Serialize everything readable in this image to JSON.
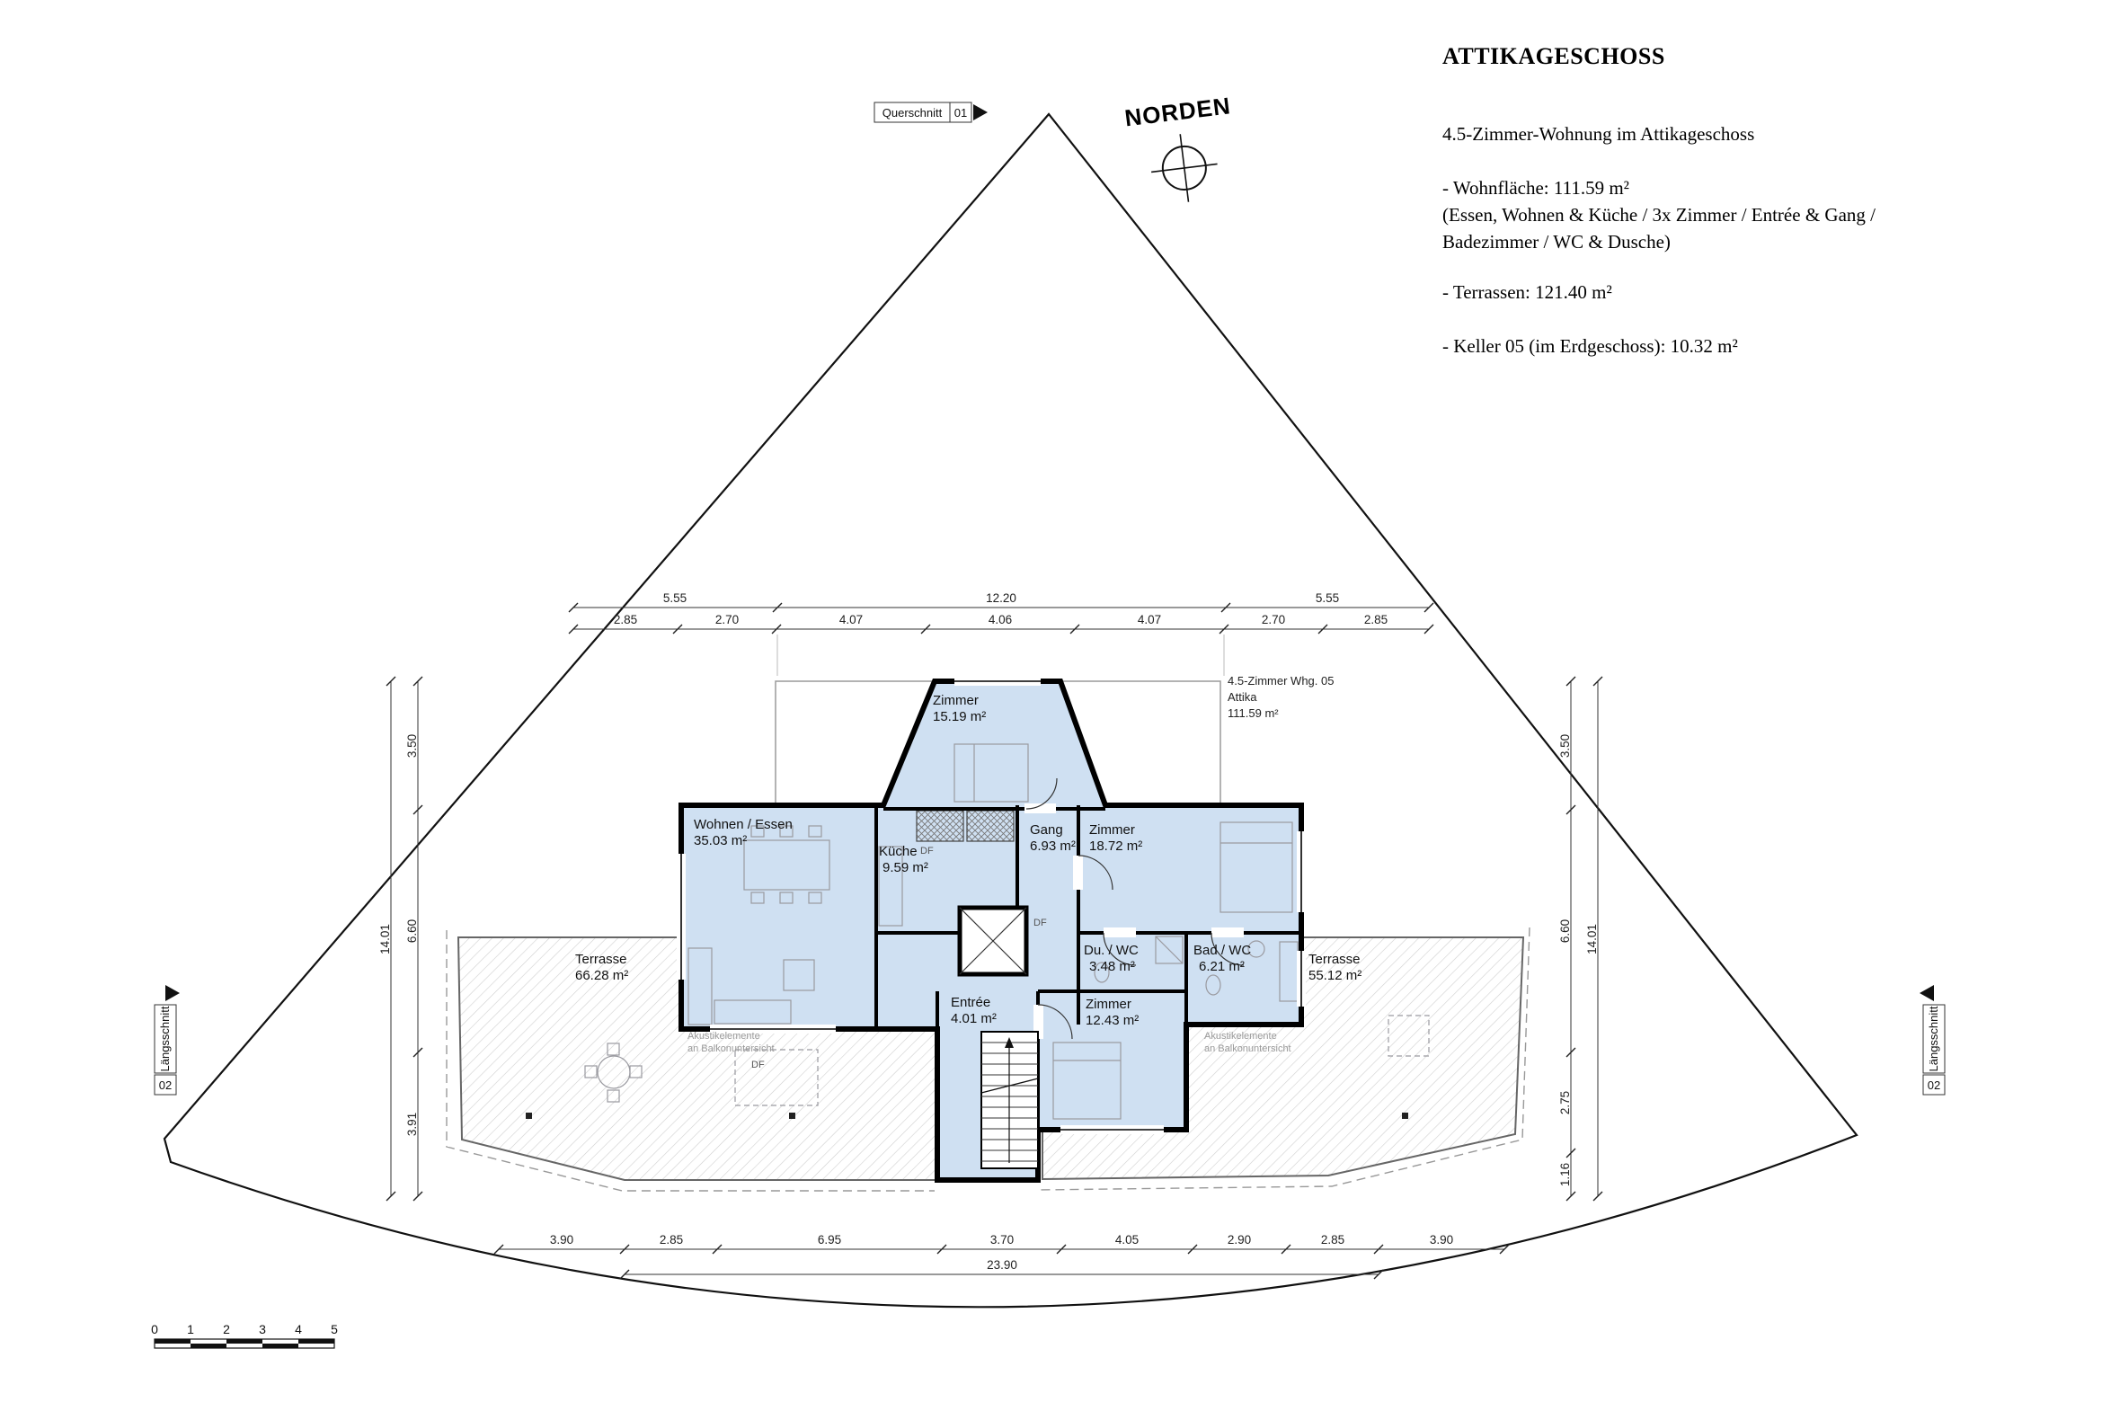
{
  "header": {
    "title": "ATTIKAGESCHOSS",
    "subtitle": "4.5-Zimmer-Wohnung im Attikageschoss",
    "lines": [
      "- Wohnfläche: 111.59 m²",
      "(Essen, Wohnen & Küche / 3x Zimmer / Entrée & Gang /",
      "Badezimmer / WC & Dusche)",
      "- Terrassen: 121.40 m²",
      "- Keller 05 (im Erdgeschoss): 10.32 m²"
    ]
  },
  "markers": {
    "north": "NORDEN",
    "querschnitt": "Querschnitt",
    "querschnitt_num": "01",
    "laengsschnitt": "Längsschnitt",
    "laengsschnitt_num": "02"
  },
  "apartment_tag": {
    "line1": "4.5-Zimmer Whg. 05",
    "line2": "Attika",
    "line3": "111.59 m²"
  },
  "rooms": {
    "zimmer_nord": {
      "name": "Zimmer",
      "area": "15.19 m²"
    },
    "wohnen_essen": {
      "name": "Wohnen / Essen",
      "area": "35.03 m²"
    },
    "kueche": {
      "name": "Küche",
      "area": "9.59 m²"
    },
    "gang": {
      "name": "Gang",
      "area": "6.93 m²"
    },
    "zimmer_ost": {
      "name": "Zimmer",
      "area": "18.72 m²"
    },
    "terrasse_west": {
      "name": "Terrasse",
      "area": "66.28 m²"
    },
    "du_wc": {
      "name": "Du. / WC",
      "area": "3.48 m²"
    },
    "bad_wc": {
      "name": "Bad / WC",
      "area": "6.21 m²"
    },
    "terrasse_ost": {
      "name": "Terrasse",
      "area": "55.12 m²"
    },
    "zimmer_sued": {
      "name": "Zimmer",
      "area": "12.43 m²"
    },
    "entree": {
      "name": "Entrée",
      "area": "4.01 m²"
    }
  },
  "annotations": {
    "akustik1": "Akustikelemente",
    "akustik2": "an Balkonuntersicht",
    "df": "DF"
  },
  "dims": {
    "top1": [
      "5.55",
      "12.20",
      "5.55"
    ],
    "top2": [
      "2.85",
      "2.70",
      "4.07",
      "4.06",
      "4.07",
      "2.70",
      "2.85"
    ],
    "left_outer": "14.01",
    "left_inner": [
      "3.50",
      "6.60",
      "3.91"
    ],
    "right_inner": [
      "3.50",
      "6.60",
      "2.75",
      "1.16"
    ],
    "right_outer": "14.01",
    "bottom": [
      "3.90",
      "2.85",
      "6.95",
      "3.70",
      "4.05",
      "2.90",
      "2.85",
      "3.90"
    ],
    "bottom_total": "23.90",
    "scale_ticks": [
      "0",
      "1",
      "2",
      "3",
      "4",
      "5"
    ]
  }
}
